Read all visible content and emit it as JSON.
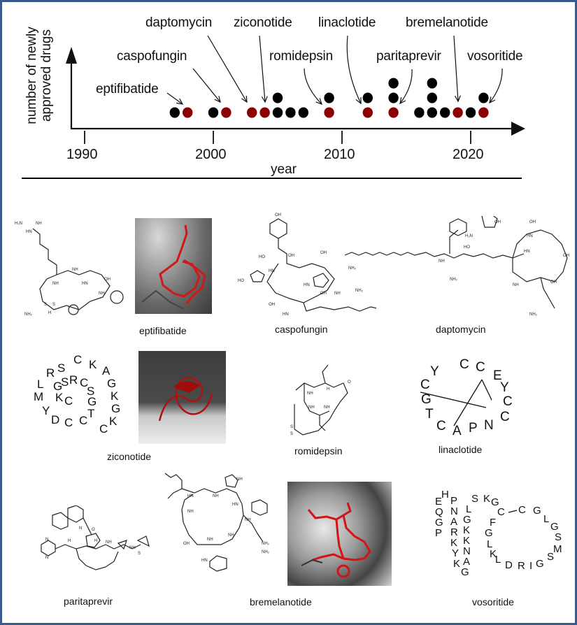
{
  "chart_data": {
    "type": "scatter",
    "title": "",
    "xlabel": "year",
    "ylabel": "number of newly approved drugs",
    "x_ticks": [
      "1990",
      "2000",
      "2010",
      "2020"
    ],
    "xlim": [
      1989,
      2023
    ],
    "grid": false,
    "legend": "none",
    "marker_colors": {
      "highlighted": "#8b0000",
      "other": "#000000"
    },
    "columns": [
      {
        "year": 1997,
        "count": 1,
        "highlighted": null
      },
      {
        "year": 1998,
        "count": 1,
        "highlighted": "eptifibatide"
      },
      {
        "year": 2000,
        "count": 1,
        "highlighted": null
      },
      {
        "year": 2001,
        "count": 1,
        "highlighted": "caspofungin"
      },
      {
        "year": 2003,
        "count": 1,
        "highlighted": "daptomycin"
      },
      {
        "year": 2004,
        "count": 1,
        "highlighted": "ziconotide"
      },
      {
        "year": 2005,
        "count": 2,
        "highlighted": null
      },
      {
        "year": 2006,
        "count": 1,
        "highlighted": null
      },
      {
        "year": 2007,
        "count": 1,
        "highlighted": null
      },
      {
        "year": 2009,
        "count": 2,
        "highlighted": "romidepsin"
      },
      {
        "year": 2012,
        "count": 2,
        "highlighted": "linaclotide"
      },
      {
        "year": 2014,
        "count": 3,
        "highlighted": "paritaprevir"
      },
      {
        "year": 2016,
        "count": 1,
        "highlighted": null
      },
      {
        "year": 2017,
        "count": 3,
        "highlighted": null
      },
      {
        "year": 2018,
        "count": 1,
        "highlighted": null
      },
      {
        "year": 2019,
        "count": 1,
        "highlighted": "bremelanotide"
      },
      {
        "year": 2020,
        "count": 1,
        "highlighted": null
      },
      {
        "year": 2021,
        "count": 2,
        "highlighted": "vosoritide"
      }
    ],
    "annotations": [
      "eptifibatide",
      "caspofungin",
      "daptomycin",
      "ziconotide",
      "romidepsin",
      "linaclotide",
      "paritaprevir",
      "bremelanotide",
      "vosoritide"
    ]
  },
  "panels": [
    {
      "name": "eptifibatide",
      "has_structure": true,
      "has_surface_model": true
    },
    {
      "name": "caspofungin",
      "has_structure": true,
      "has_surface_model": false
    },
    {
      "name": "daptomycin",
      "has_structure": true,
      "has_surface_model": false
    },
    {
      "name": "ziconotide",
      "has_structure": false,
      "has_surface_model": true,
      "sequence_letters": [
        "S",
        "C",
        "K",
        "R",
        "A",
        "L",
        "G",
        "S",
        "R",
        "C",
        "S",
        "G",
        "K",
        "M",
        "G",
        "K",
        "C",
        "G",
        "Y",
        "C",
        "T",
        "G",
        "D",
        "C",
        "C",
        "K",
        "C"
      ]
    },
    {
      "name": "romidepsin",
      "has_structure": true,
      "has_surface_model": false
    },
    {
      "name": "linaclotide",
      "has_structure": false,
      "has_surface_model": false,
      "sequence_letters": [
        "C",
        "C",
        "Y",
        "E",
        "C",
        "Y",
        "G",
        "C",
        "T",
        "C",
        "C",
        "A",
        "P",
        "N"
      ]
    },
    {
      "name": "paritaprevir",
      "has_structure": true,
      "has_surface_model": false
    },
    {
      "name": "bremelanotide",
      "has_structure": true,
      "has_surface_model": true
    },
    {
      "name": "vosoritide",
      "has_structure": false,
      "has_surface_model": false,
      "sequence_letters": [
        "P",
        "G",
        "Q",
        "E",
        "H",
        "P",
        "N",
        "A",
        "R",
        "K",
        "Y",
        "K",
        "G",
        "A",
        "N",
        "K",
        "K",
        "G",
        "L",
        "S",
        "K",
        "G",
        "C",
        "F",
        "G",
        "L",
        "K",
        "L",
        "D",
        "R",
        "I",
        "G",
        "S",
        "M",
        "S",
        "G",
        "L",
        "G",
        "C"
      ]
    }
  ],
  "structure_atom_labels": {
    "eptifibatide": [
      "H2N",
      "NH",
      "HN",
      "NH",
      "HN",
      "NH",
      "OH",
      "NH",
      "S",
      "S",
      "NH2",
      "N",
      "H",
      "O"
    ],
    "caspofungin": [
      "OH",
      "HO",
      "OH",
      "OH",
      "HN",
      "NH2",
      "HO",
      "N",
      "N",
      "OH",
      "HN",
      "NH",
      "NH2",
      "OH",
      "HN",
      "O"
    ],
    "daptomycin": [
      "OH",
      "OH",
      "H2N",
      "NH",
      "HO",
      "HN",
      "NH",
      "NH2",
      "HN",
      "OH",
      "NH",
      "NH2"
    ],
    "romidepsin": [
      "NH",
      "NH",
      "NH",
      "S",
      "S",
      "O"
    ],
    "paritaprevir": [
      "N",
      "N",
      "N",
      "O",
      "NH",
      "H",
      "S",
      "O",
      "H"
    ],
    "bremelanotide": [
      "HN",
      "NH",
      "NH",
      "HN",
      "NH",
      "OH",
      "HN",
      "NH2",
      "NH2",
      "NH"
    ]
  }
}
